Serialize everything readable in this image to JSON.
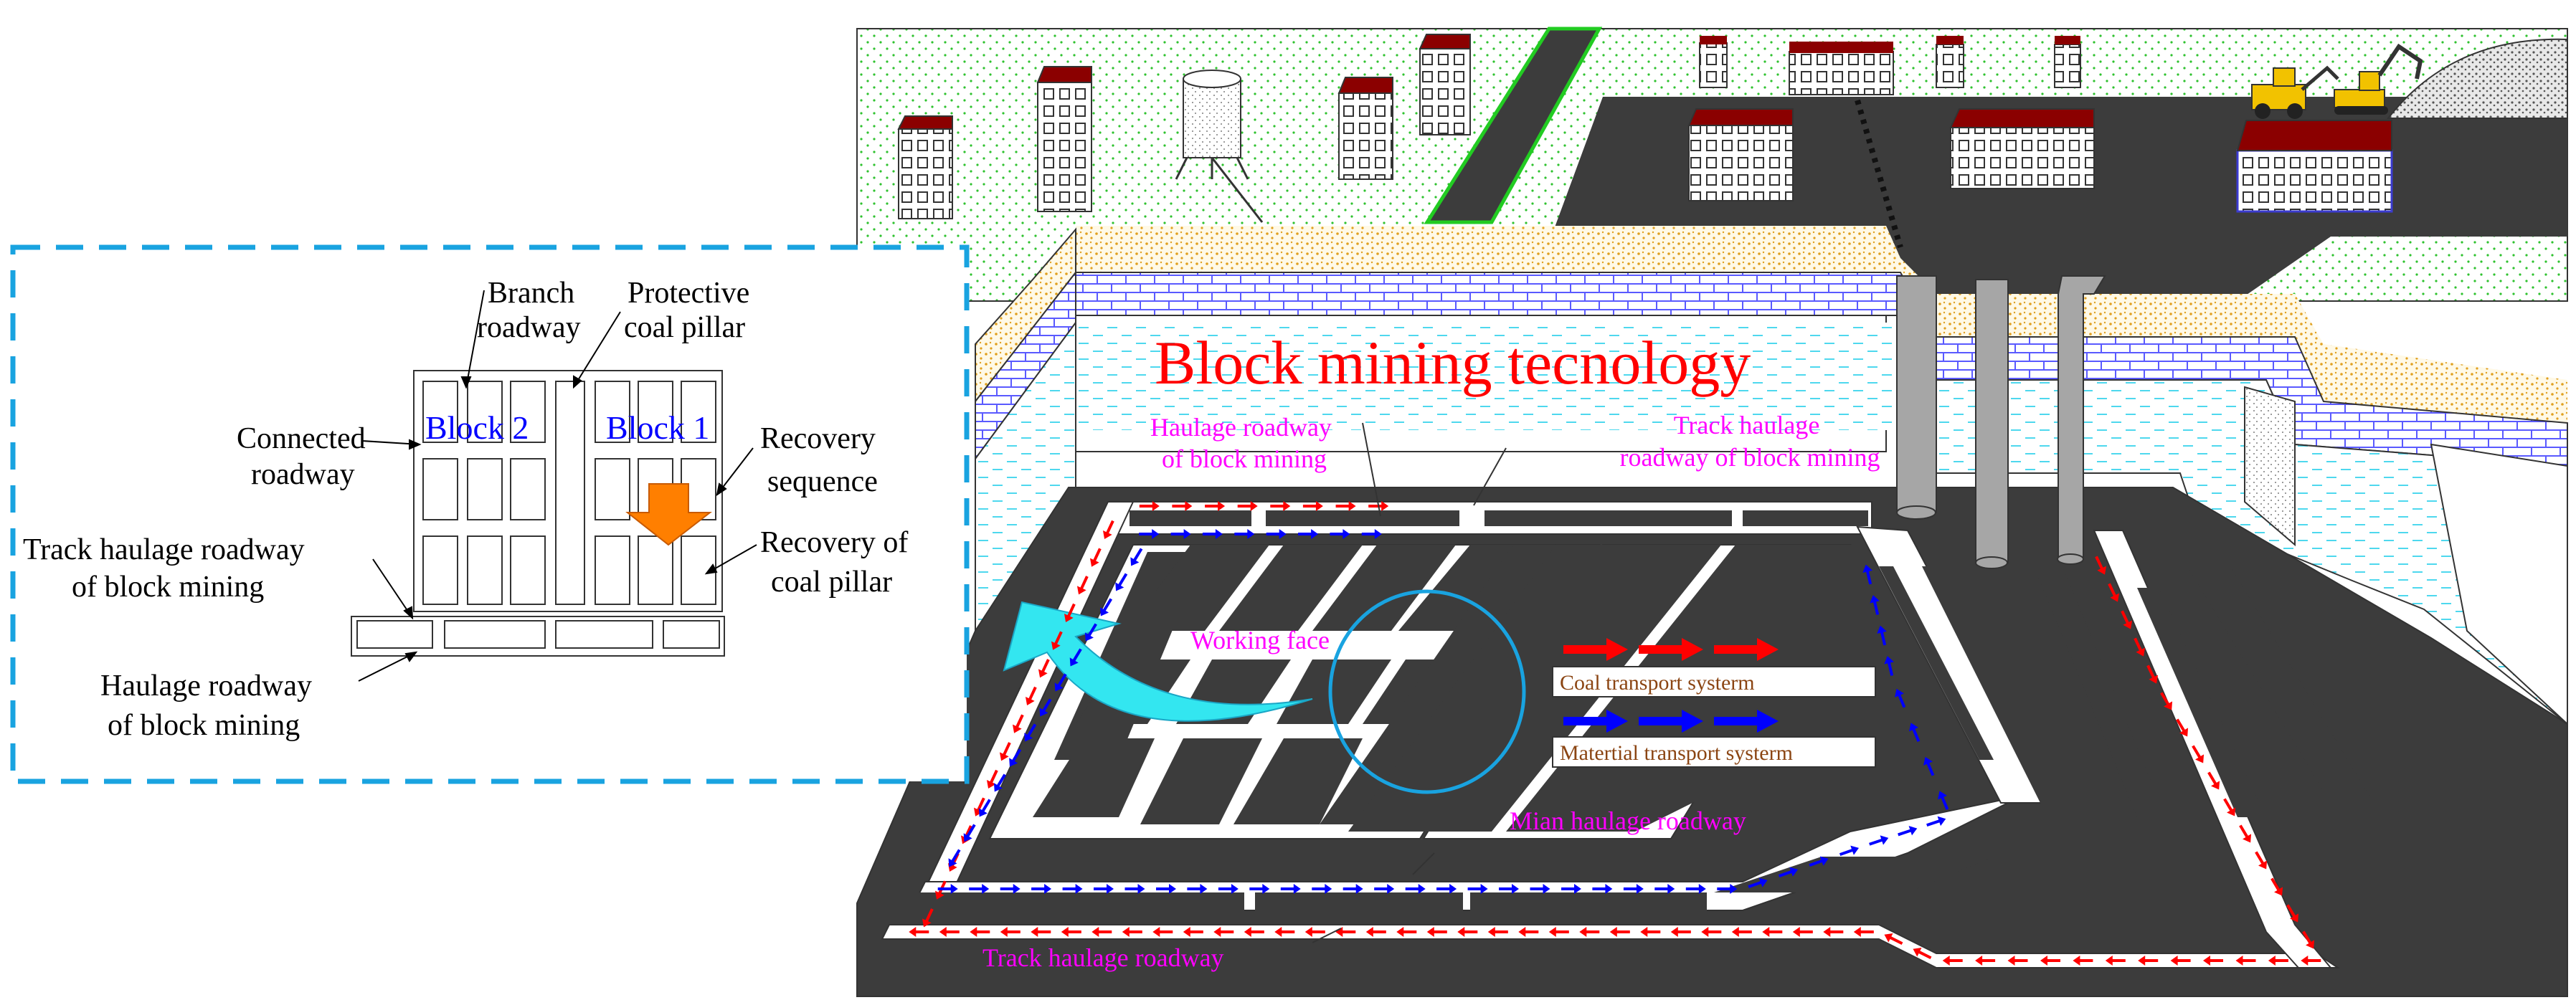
{
  "title": "Block mining tecnology",
  "inset": {
    "labels": {
      "branch_roadway": [
        "Branch",
        "roadway"
      ],
      "protective_pillar": [
        "Protective",
        "coal pillar"
      ],
      "connected_roadway": [
        "Connected",
        "roadway"
      ],
      "recovery_sequence": [
        "Recovery",
        "sequence"
      ],
      "track_haulage": [
        "Track haulage roadway",
        "of block mining"
      ],
      "recovery_pillar": [
        "Recovery of",
        "coal pillar"
      ],
      "haulage_roadway": [
        "Haulage roadway",
        "of block mining"
      ]
    },
    "block1": "Block 1",
    "block2": "Block 2"
  },
  "main": {
    "haulage_block": [
      "Haulage roadway",
      "of block mining"
    ],
    "track_haulage_block": [
      "Track haulage",
      "roadway of block mining"
    ],
    "working_face": "Working face",
    "mian_haulage": "Mian haulage roadway",
    "track_haulage": "Track haulage roadway"
  },
  "legend": {
    "coal": "Coal transport systerm",
    "material": "Matertial transport systerm"
  },
  "colors": {
    "title": "#ff0000",
    "magenta": "#ff00ff",
    "blue_text": "#0000ff",
    "legend_text": "#8b4513",
    "coal_arrow": "#ff0000",
    "material_arrow": "#0000ff",
    "dashed_box": "#19a3e0",
    "turn_arrow": "#33e6f0",
    "circle": "#19a3e0",
    "dark_ground": "#3c3c3c",
    "roof": "#8b0000",
    "machine": "#f2c200",
    "orange_arrow": "#ff7f00"
  }
}
